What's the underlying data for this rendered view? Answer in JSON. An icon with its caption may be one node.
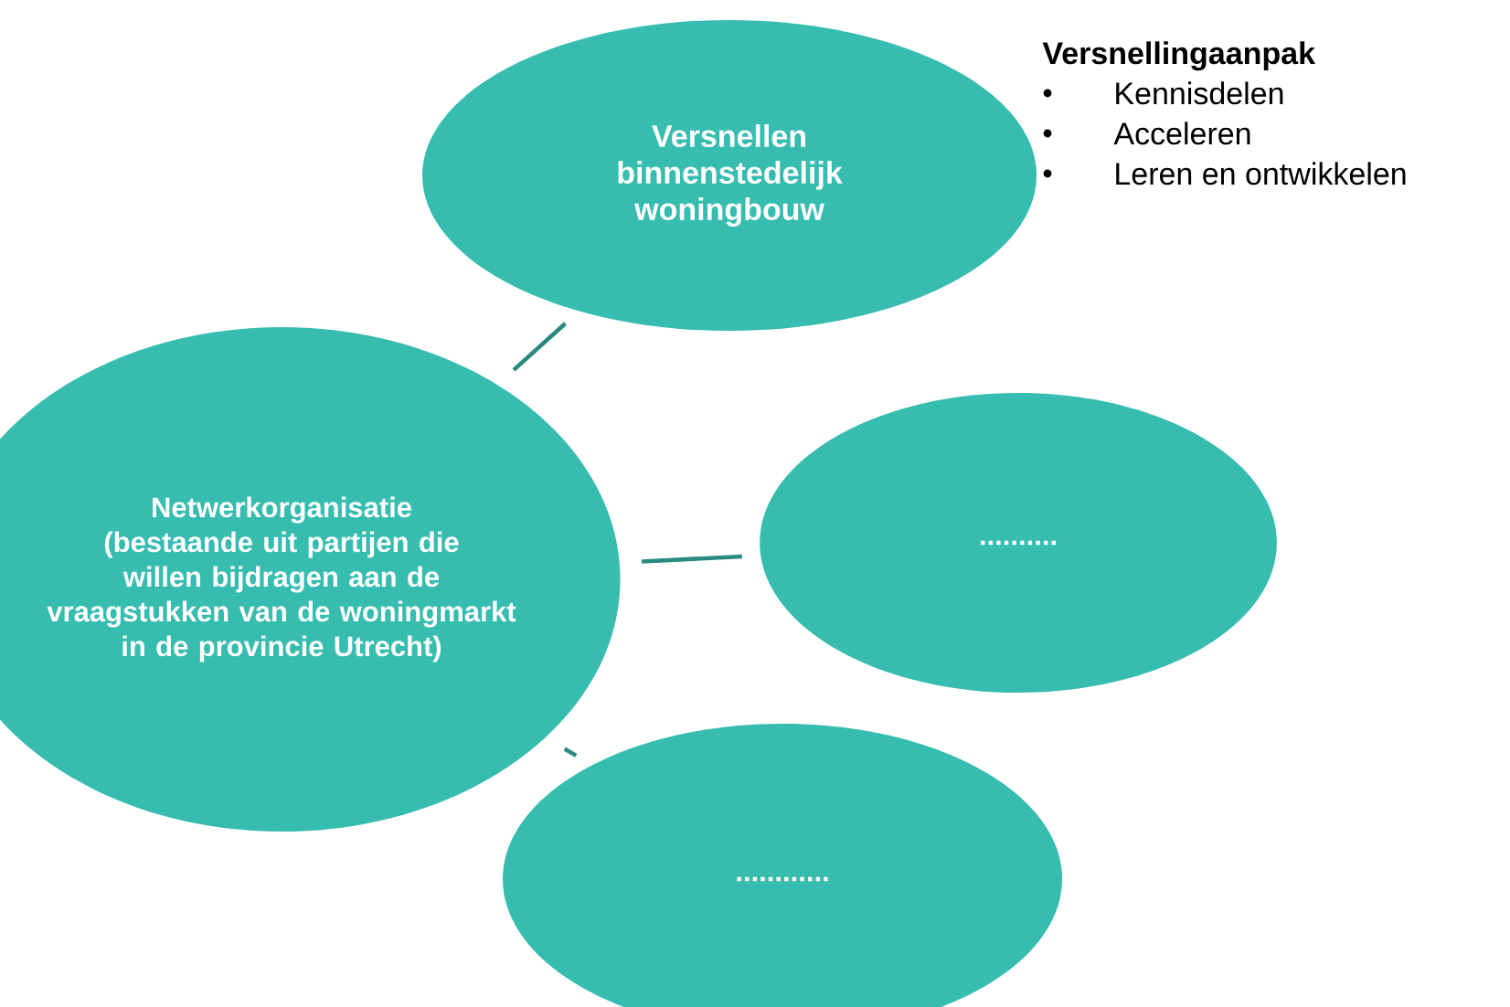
{
  "diagram": {
    "nodes": [
      {
        "text": [
          "Netwerkorganisatie",
          "(bestaande uit partijen die willen bijdragen aan de vraagstukken van de woningmarkt in de provincie Utrecht)"
        ]
      },
      {
        "text": [
          "Versnellen binnenstedelijk woningbouw"
        ]
      },
      {
        "text": [
          ".........."
        ]
      },
      {
        "text": [
          "............"
        ]
      }
    ],
    "edges": [
      {
        "from": 0,
        "to": 1,
        "arrow": "none"
      },
      {
        "from": 0,
        "to": 2,
        "arrow": "none"
      },
      {
        "from": 0,
        "to": 3,
        "arrow": "none"
      }
    ],
    "labels": [
      "Versnellingaanpak",
      "Kennisdelen",
      "Acceleren",
      "Leren en ontwikkelen"
    ]
  }
}
